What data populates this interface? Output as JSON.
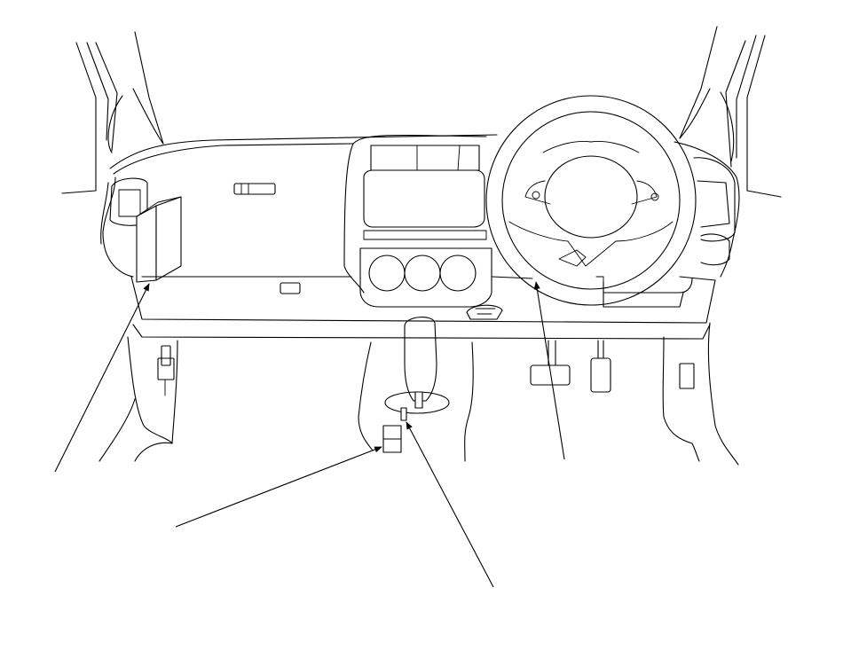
{
  "diagram": {
    "colors": {
      "line": "#000000",
      "background": "#ffffff"
    },
    "callouts": [
      {
        "id": "glovebox-unit",
        "target": "under-dash-unit-left"
      },
      {
        "id": "center-floor-unit",
        "target": "floor-unit-center"
      },
      {
        "id": "shift-lever-base",
        "target": "shift-lever-sensor"
      },
      {
        "id": "under-steering",
        "target": "steering-column-unit"
      }
    ]
  }
}
